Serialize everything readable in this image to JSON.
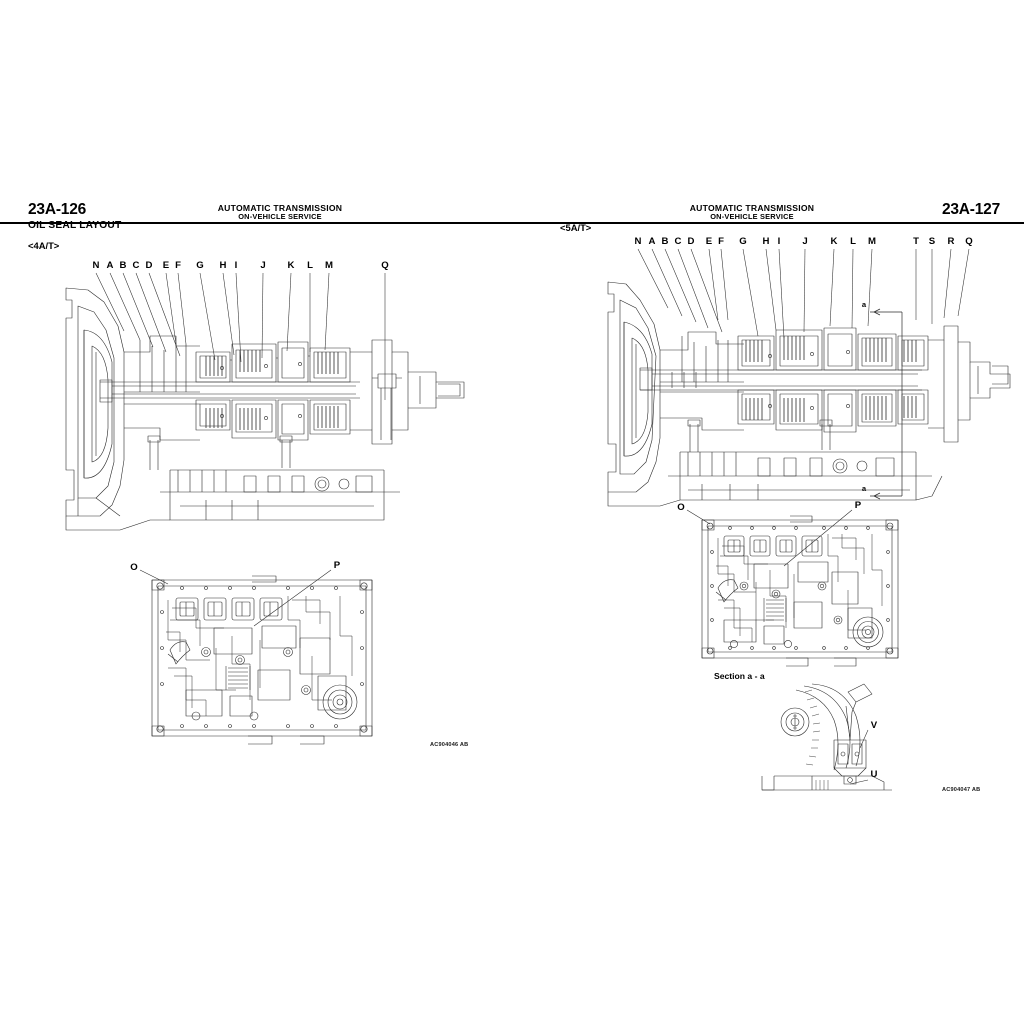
{
  "document": {
    "type": "service-manual-spread",
    "section_title": "OIL SEAL LAYOUT"
  },
  "left_page": {
    "folio": "23A-126",
    "header_line_1": "AUTOMATIC TRANSMISSION",
    "header_line_2": "ON-VEHICLE SERVICE",
    "section_title": "OIL SEAL LAYOUT",
    "variant": "<4A/T>",
    "figure_id": "AC904046 AB",
    "top_callouts": [
      "N",
      "A",
      "B",
      "C",
      "D",
      "E",
      "F",
      "G",
      "H",
      "I",
      "J",
      "K",
      "L",
      "M"
    ],
    "right_callout": "Q",
    "valve_body_callouts": [
      "O",
      "P"
    ]
  },
  "right_page": {
    "folio": "23A-127",
    "header_line_1": "AUTOMATIC TRANSMISSION",
    "header_line_2": "ON-VEHICLE SERVICE",
    "variant": "<5A/T>",
    "figure_id": "AC904047 AB",
    "top_callouts": [
      "N",
      "A",
      "B",
      "C",
      "D",
      "E",
      "F",
      "G",
      "H",
      "I",
      "J",
      "K",
      "L",
      "M"
    ],
    "top_callouts_right": [
      "T",
      "S",
      "R",
      "Q"
    ],
    "section_markers": [
      "a",
      "a"
    ],
    "valve_body_callouts": [
      "O",
      "P"
    ],
    "detail": {
      "label": "Section a - a",
      "callouts": [
        "V",
        "U"
      ]
    }
  }
}
